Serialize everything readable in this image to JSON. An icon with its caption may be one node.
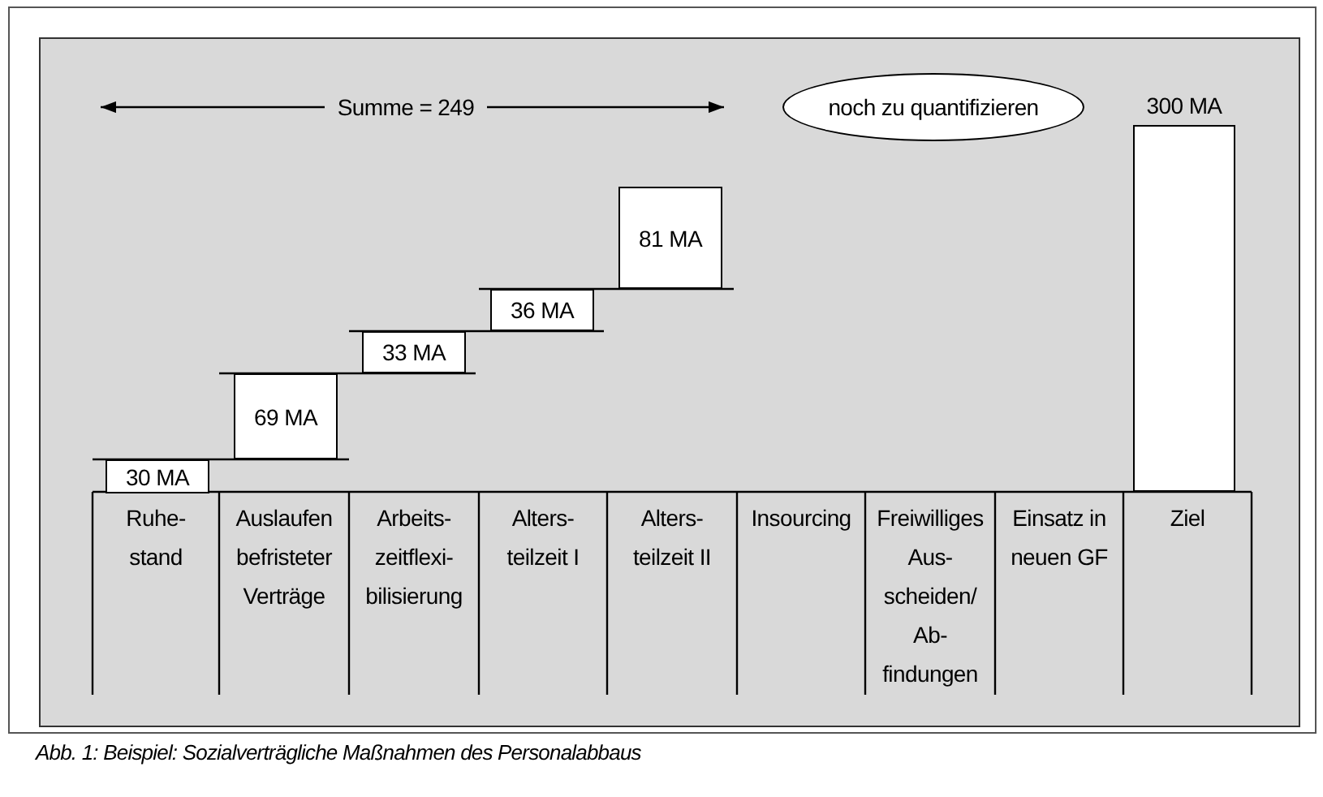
{
  "diagram": {
    "caption": "Abb. 1: Beispiel: Sozialverträgliche Maßnahmen des Personalabbaus",
    "nodes": [
      {
        "text": [
          "30 MA"
        ]
      },
      {
        "text": [
          "69 MA"
        ]
      },
      {
        "text": [
          "33 MA"
        ]
      },
      {
        "text": [
          "36 MA"
        ]
      },
      {
        "text": [
          "81 MA"
        ]
      },
      {
        "text": [
          "noch zu quantifizieren"
        ]
      },
      {
        "text": [
          "300 MA"
        ]
      }
    ],
    "edges": [],
    "labels": [
      "Summe = 249",
      "Ruhe- stand",
      "Auslaufen befristeter Verträge",
      "Arbeits- zeitflexi- bilisierung",
      "Alters- teilzeit I",
      "Alters- teilzeit II",
      "Insourcing",
      "Freiwilliges Aus- scheiden/ Ab- findungen",
      "Einsatz in neuen GF",
      "Ziel"
    ]
  }
}
